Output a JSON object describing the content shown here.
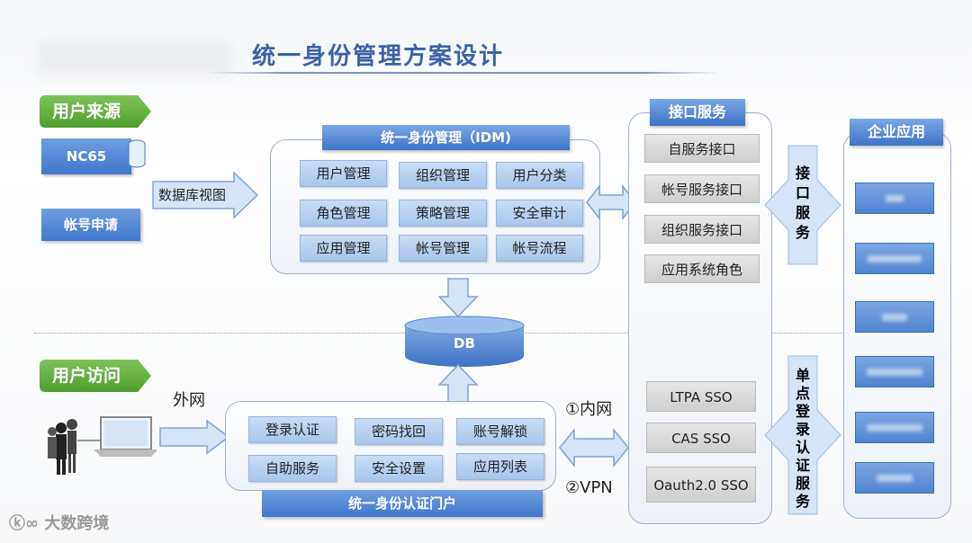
{
  "title": "统一身份管理方案设计",
  "user_source": {
    "tag": "用户来源",
    "nc65": "NC65",
    "account_apply": "帐号申请",
    "db_view": "数据库视图"
  },
  "idm": {
    "header": "统一身份管理（IDM)",
    "cells": [
      "用户管理",
      "组织管理",
      "用户分类",
      "角色管理",
      "策略管理",
      "安全审计",
      "应用管理",
      "帐号管理",
      "帐号流程"
    ]
  },
  "db": "DB",
  "interface": {
    "header": "接口服务",
    "items": [
      "自服务接口",
      "帐号服务接口",
      "组织服务接口",
      "应用系统角色"
    ],
    "sso": [
      "LTPA  SSO",
      "CAS  SSO",
      "Oauth2.0 SSO"
    ]
  },
  "side_labels": {
    "interface": "接口服务",
    "sso": "单点登录认证服务"
  },
  "enterprise": {
    "header": "企业应用",
    "items_count": 6
  },
  "user_access": {
    "tag": "用户访问",
    "external": "外网",
    "internal": "①内网",
    "vpn": "②VPN"
  },
  "portal": {
    "footer": "统一身份认证门户",
    "cells": [
      "登录认证",
      "密码找回",
      "账号解锁",
      "自助服务",
      "安全设置",
      "应用列表"
    ]
  },
  "watermark": "大数跨境",
  "colors": {
    "title": "#3a62a8",
    "green_tag": "#5aaa34",
    "blue_box": "#4a80cf",
    "cell": "#b7d0ee",
    "gray_cell": "#d9d9d9"
  }
}
